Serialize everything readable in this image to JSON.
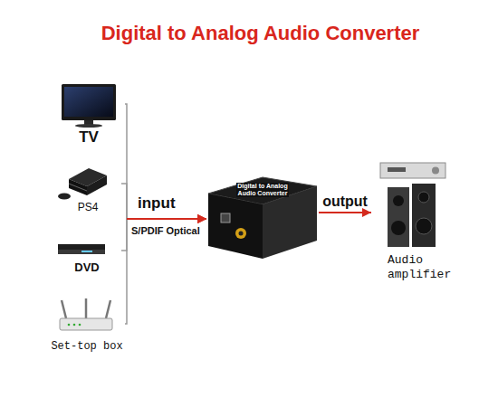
{
  "diagram": {
    "title": "Digital to Analog Audio Converter",
    "nodes": [
      {
        "text": [
          "TV"
        ]
      },
      {
        "text": [
          "PS4"
        ]
      },
      {
        "text": [
          "DVD"
        ]
      },
      {
        "text": [
          "Set-top box"
        ]
      },
      {
        "text": [
          "Digital to Analog Audio Converter"
        ]
      },
      {
        "text": [
          "Audio amplifier"
        ]
      }
    ],
    "edges": [
      {
        "from": 0,
        "to": 4,
        "arrow": "to"
      },
      {
        "from": 1,
        "to": 4,
        "arrow": "to"
      },
      {
        "from": 2,
        "to": 4,
        "arrow": "to"
      },
      {
        "from": 3,
        "to": 4,
        "arrow": "to"
      },
      {
        "from": 4,
        "to": 5,
        "arrow": "to",
        "label": "output"
      }
    ],
    "labels": [
      "input",
      "S/PDIF Optical"
    ]
  }
}
